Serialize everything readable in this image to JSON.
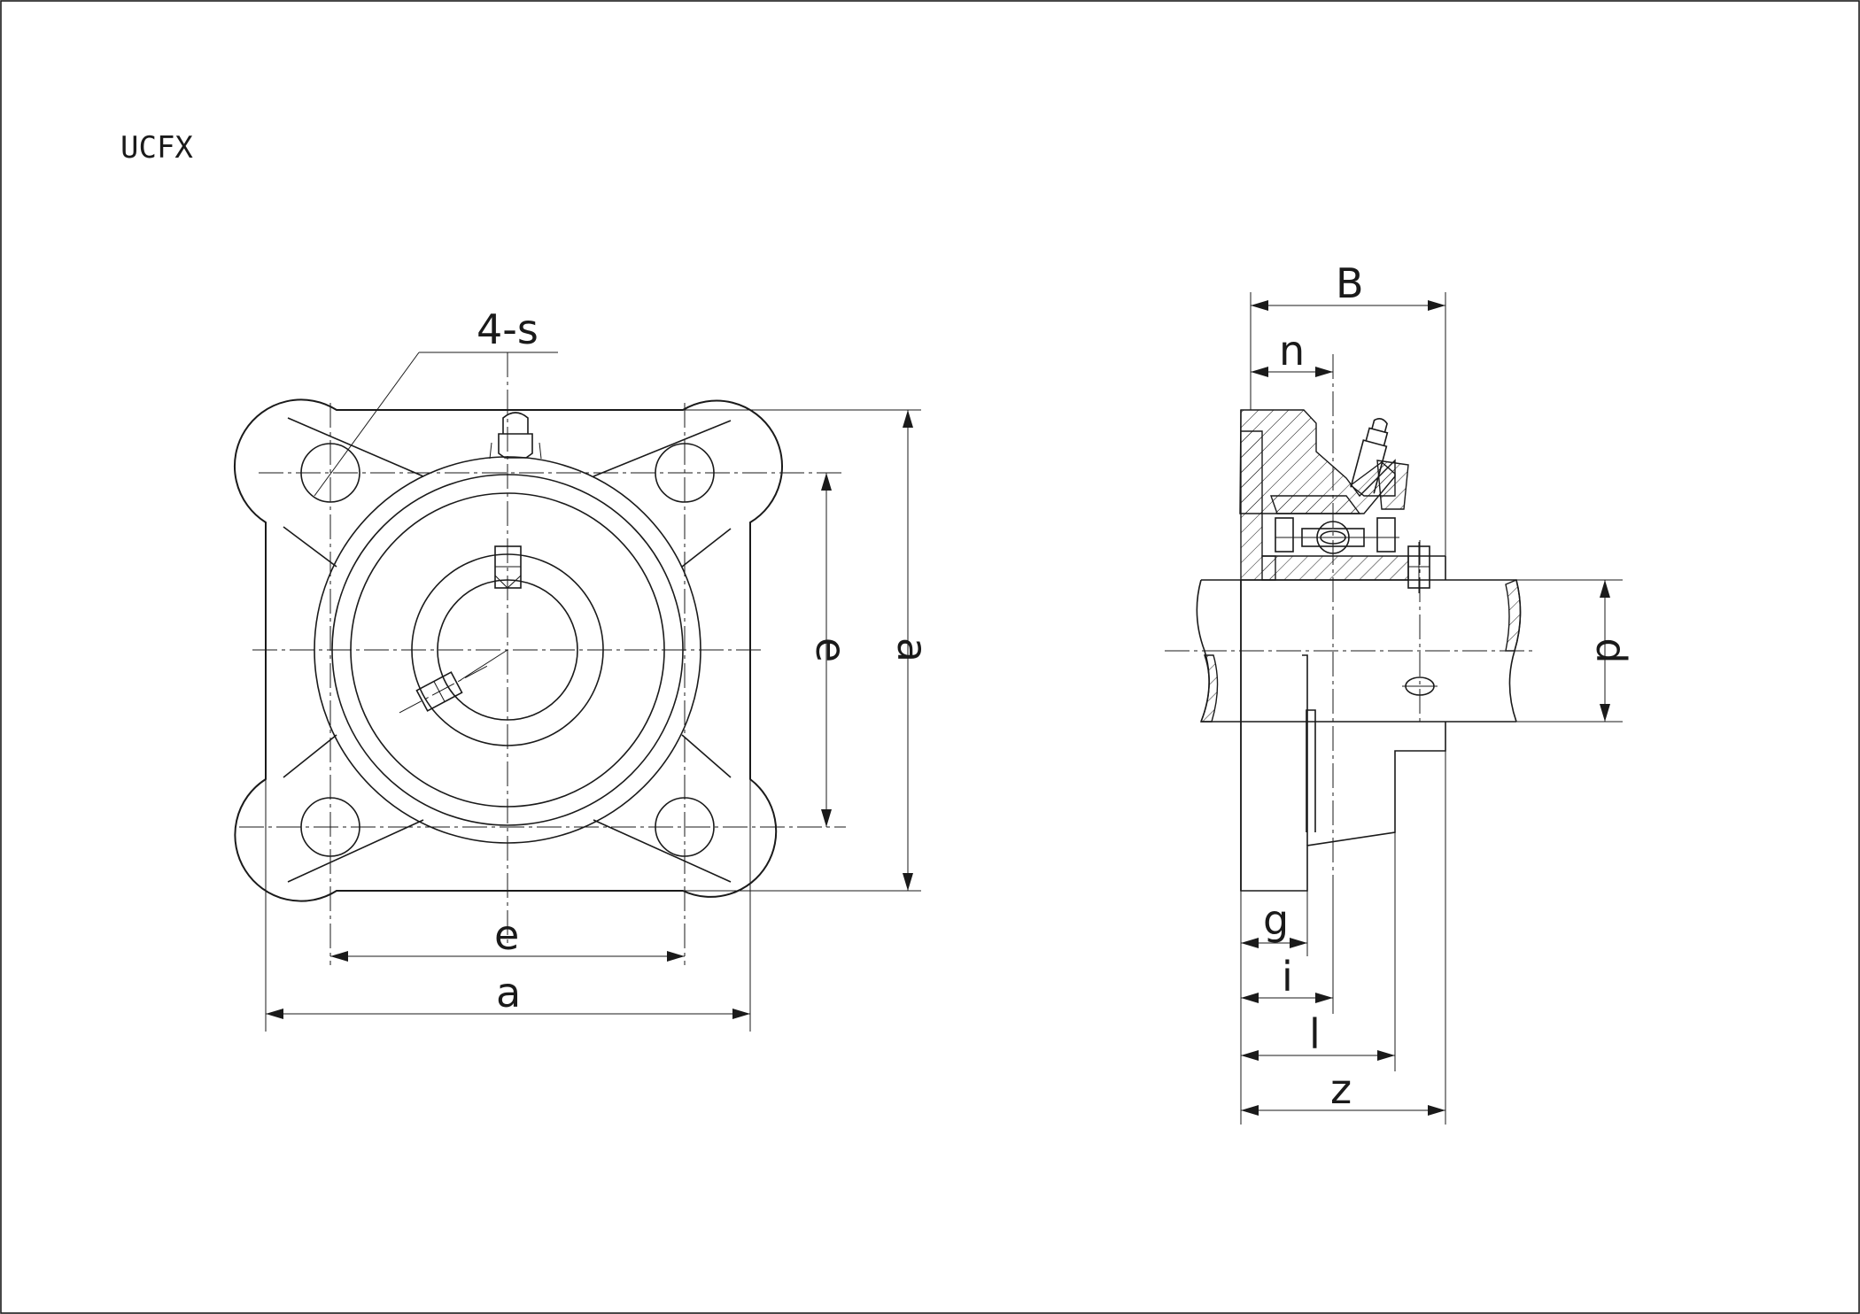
{
  "title": "UCFX",
  "callout_holes": "4-s",
  "front_view": {
    "dim_e_horizontal": "e",
    "dim_a_horizontal": "a",
    "dim_e_vertical": "e",
    "dim_a_vertical": "a"
  },
  "side_view": {
    "dim_B": "B",
    "dim_n": "n",
    "dim_d": "d",
    "dim_g": "g",
    "dim_i": "i",
    "dim_l": "l",
    "dim_z": "z"
  }
}
